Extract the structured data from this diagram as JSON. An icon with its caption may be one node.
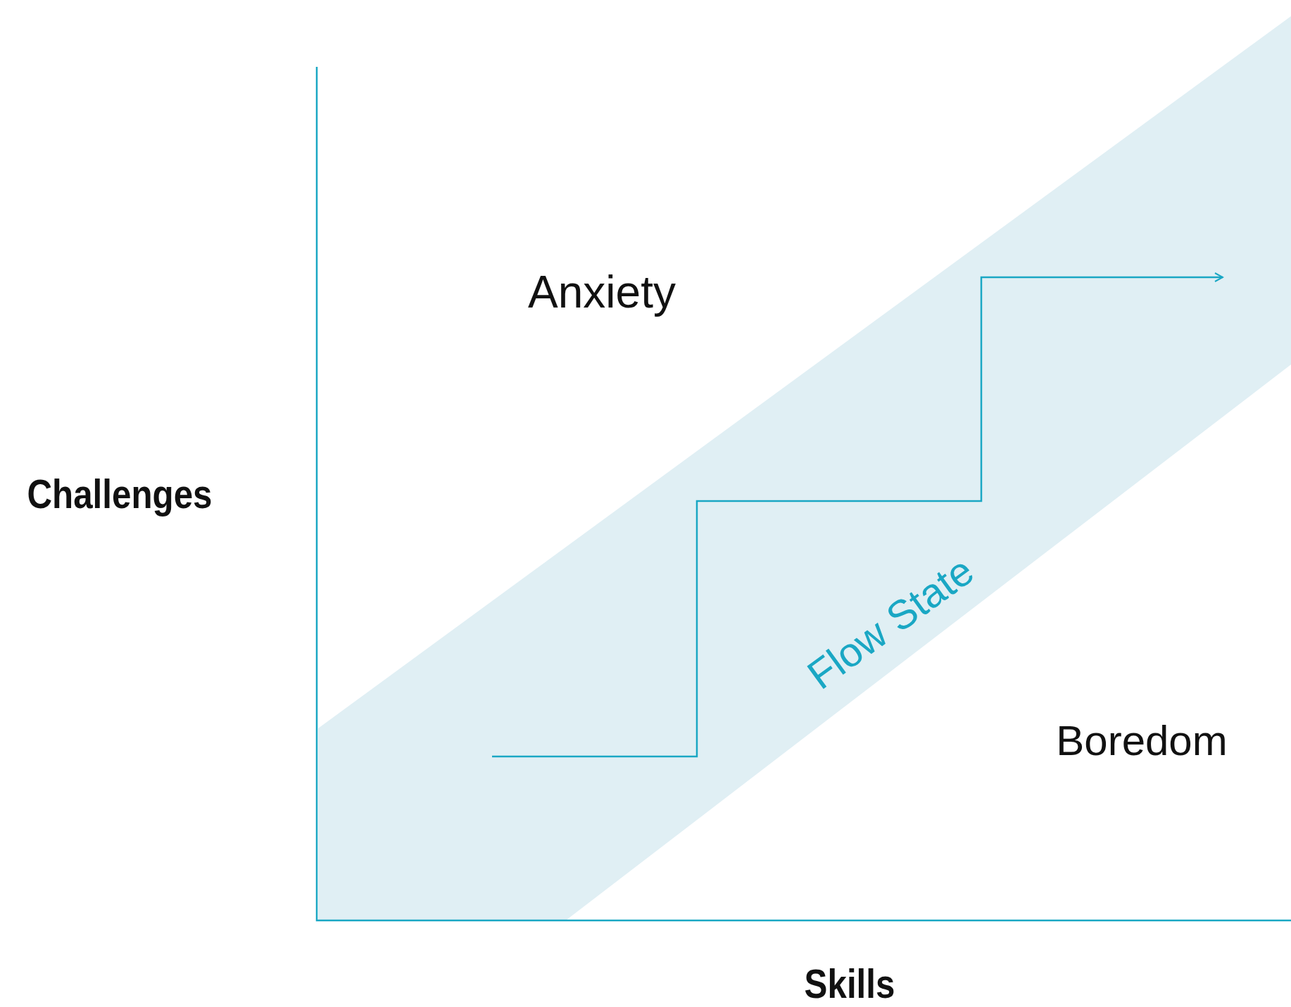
{
  "diagram": {
    "labels": [
      "Anxiety",
      "Challenges",
      "Flow State",
      "Boredom",
      "Skills"
    ]
  }
}
